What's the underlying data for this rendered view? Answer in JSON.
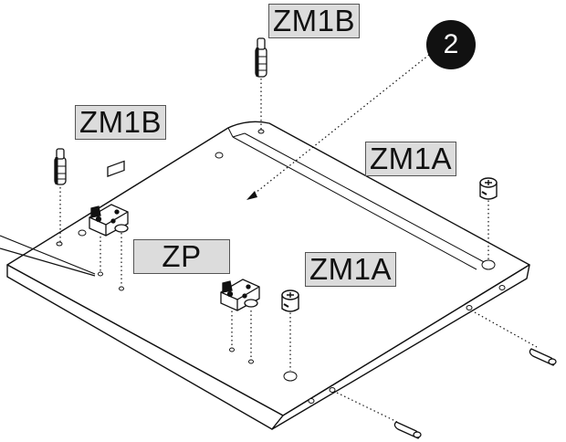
{
  "step": {
    "number": "2"
  },
  "labels": {
    "zm1b_top": "ZM1B",
    "zm1b_left": "ZM1B",
    "zm1a_right": "ZM1A",
    "zm1a_center": "ZM1A",
    "zp": "ZP"
  },
  "colors": {
    "ink": "#111111",
    "label_fill": "#dcdcdc",
    "panel": "#ffffff"
  },
  "icons": [
    "dowel-pin",
    "cam-bolt",
    "cam-lock",
    "hinge-plate"
  ]
}
